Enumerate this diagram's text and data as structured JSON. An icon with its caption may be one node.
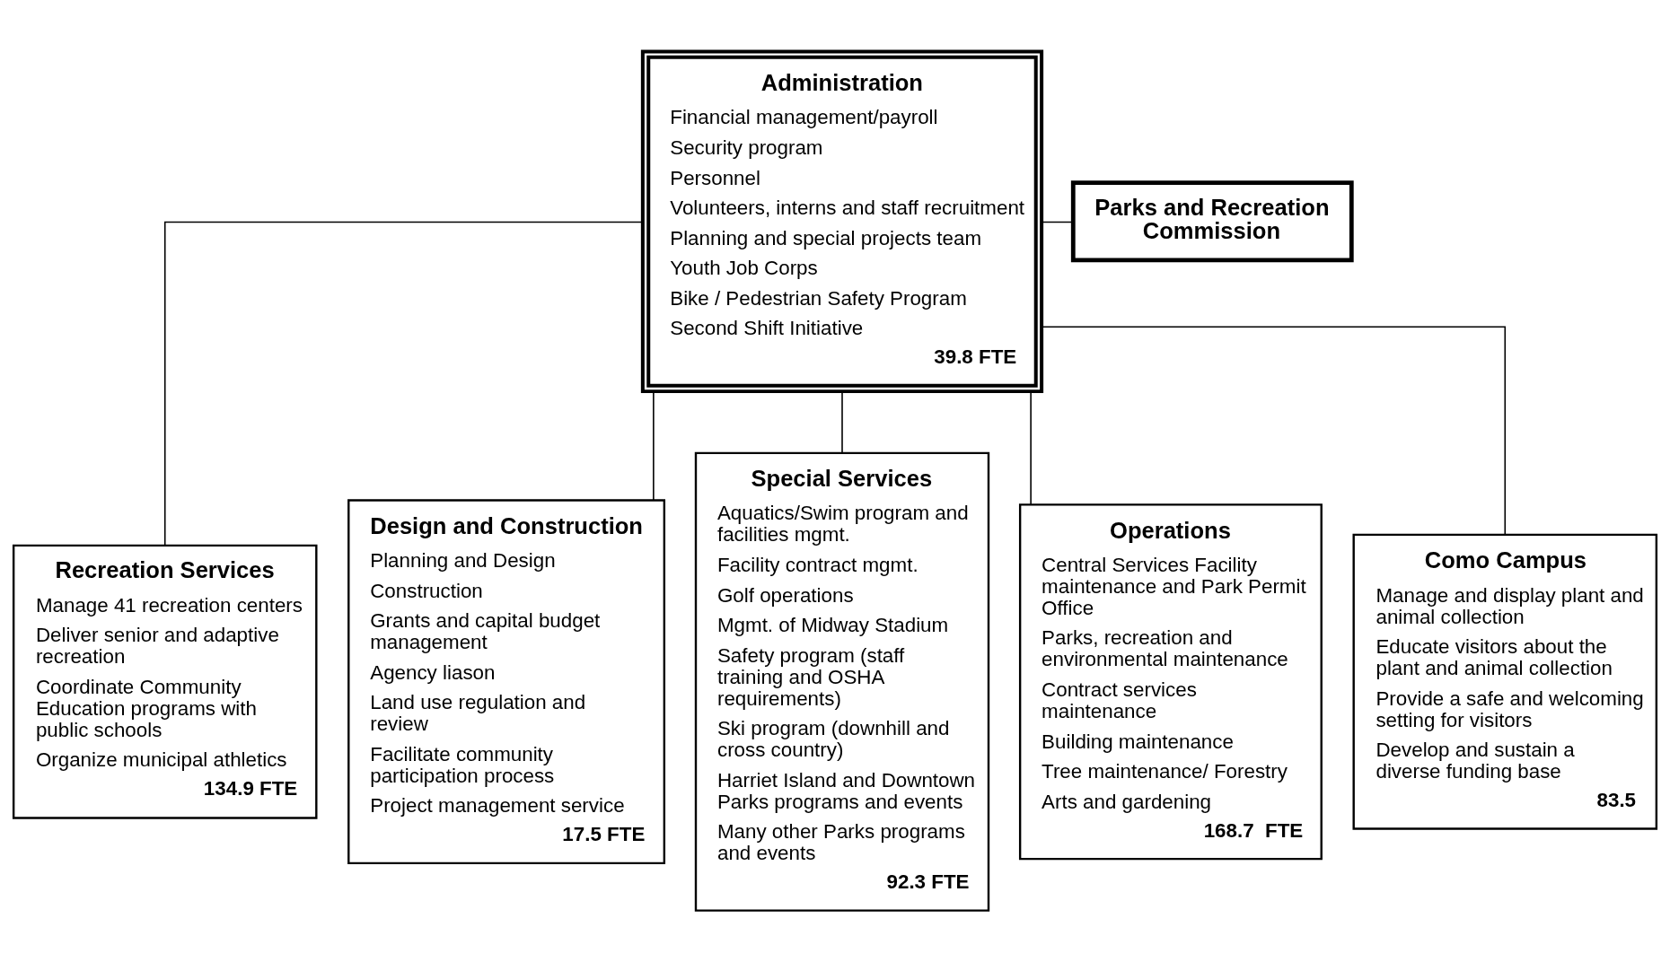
{
  "diagram": {
    "nodes": [
      {
        "text": [
          "Administration",
          "Financial management/payroll",
          "Security program",
          "Personnel",
          "Volunteers, interns and staff recruitment",
          "Planning and special projects team",
          "Youth Job Corps",
          "Bike / Pedestrian Safety Program",
          "Second Shift Initiative",
          "39.8 FTE"
        ]
      },
      {
        "text": [
          "Parks and Recreation Commission"
        ]
      },
      {
        "text": [
          "Recreation Services",
          "Manage 41 recreation centers",
          "Deliver senior and adaptive recreation",
          "Coordinate Community Education programs with public schools",
          "Organize municipal athletics",
          "134.9 FTE"
        ]
      },
      {
        "text": [
          "Design and Construction",
          "Planning and Design",
          "Construction",
          "Grants and capital budget management",
          "Agency liason",
          "Land use regulation and review",
          "Facilitate community participation process",
          "Project management service",
          "17.5 FTE"
        ]
      },
      {
        "text": [
          "Special Services",
          "Aquatics/Swim program and facilities mgmt.",
          "Facility contract mgmt.",
          "Golf operations",
          "Mgmt. of Midway Stadium",
          "Safety program (staff training and OSHA requirements)",
          "Ski program (downhill and cross country)",
          "Harriet Island and Downtown Parks programs and events",
          "Many other Parks programs and events",
          "92.3 FTE"
        ]
      },
      {
        "text": [
          "Operations",
          "Central Services Facility maintenance and Park Permit Office",
          "Parks, recreation and environmental maintenance",
          "Contract services maintenance",
          "Building maintenance",
          "Tree maintenance/ Forestry",
          "Arts and gardening",
          "168.7  FTE"
        ]
      },
      {
        "text": [
          "Como Campus",
          "Manage and display plant and animal collection",
          "Educate visitors about the plant and animal collection",
          "Provide a safe and welcoming setting for visitors",
          "Develop and sustain a diverse funding base",
          "83.5"
        ]
      }
    ],
    "edges": [
      {
        "from": 0,
        "to": 1,
        "arrow": "none"
      },
      {
        "from": 0,
        "to": 2,
        "arrow": "none"
      },
      {
        "from": 0,
        "to": 3,
        "arrow": "none"
      },
      {
        "from": 0,
        "to": 4,
        "arrow": "none"
      },
      {
        "from": 0,
        "to": 5,
        "arrow": "none"
      },
      {
        "from": 0,
        "to": 6,
        "arrow": "none"
      }
    ]
  }
}
